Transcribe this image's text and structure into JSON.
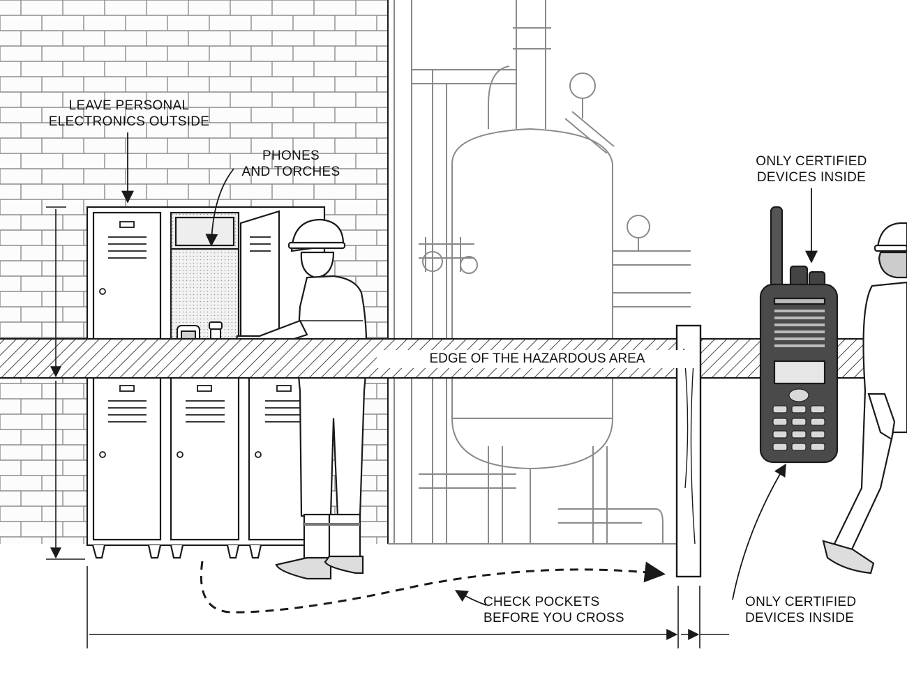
{
  "labels": {
    "leave_personal": [
      "LEAVE PERSONAL",
      "ELECTRONICS OUTSIDE"
    ],
    "phones_torches": [
      "PHONES",
      "AND TORCHES"
    ],
    "only_certified_top": [
      "ONLY CERTIFIED",
      "DEVICES INSIDE"
    ],
    "edge_hazardous": "EDGE OF THE HAZARDOUS AREA",
    "check_pockets": [
      "CHECK POCKETS",
      "BEFORE YOU CROSS"
    ],
    "only_certified_bottom": [
      "ONLY CERTIFIED",
      "DEVICES INSIDE"
    ]
  },
  "colors": {
    "line": "#1a1a1a",
    "light_line": "#9a9a9a",
    "hatch": "#555555",
    "brick_fill": "#fafafa",
    "radio_body": "#4a4a4a"
  }
}
